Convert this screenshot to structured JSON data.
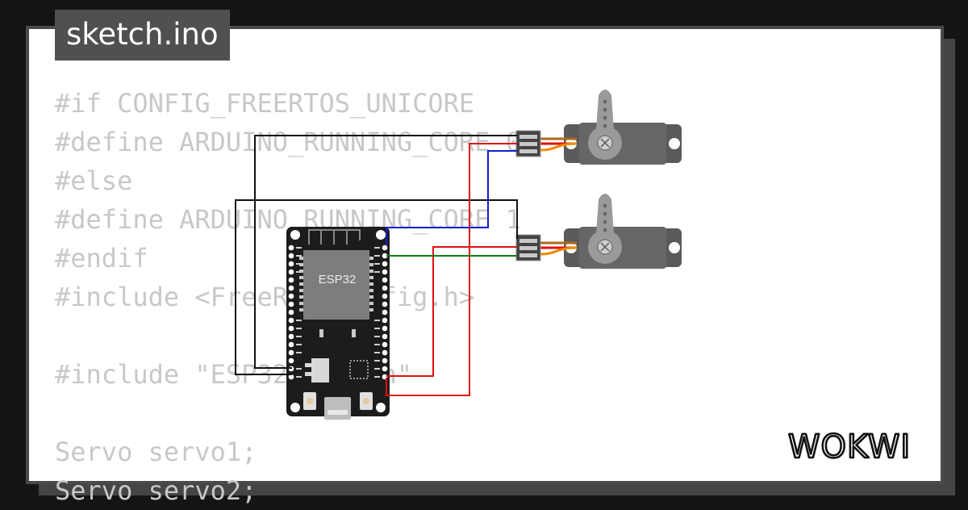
{
  "header": {
    "filename": "sketch.ino"
  },
  "code_lines": [
    "#if CONFIG_FREERTOS_UNICORE",
    "#define ARDUINO_RUNNING_CORE 0",
    "#else",
    "#define ARDUINO_RUNNING_CORE 1",
    "#endif",
    "#include <FreeRTOSConfig.h>",
    "",
    "#include \"ESP32Servo.h\"",
    "",
    "Servo servo1;",
    "Servo servo2;"
  ],
  "board": {
    "chip_label": "ESP32"
  },
  "brand": {
    "logo": "WOKWI"
  },
  "colors": {
    "wire_black": "#111111",
    "wire_red": "#e01010",
    "wire_blue": "#1020d0",
    "wire_green": "#108010",
    "servo_body": "#5a5a5a",
    "servo_horn": "#9a9a9a",
    "board_pcb": "#1c1c1c"
  }
}
